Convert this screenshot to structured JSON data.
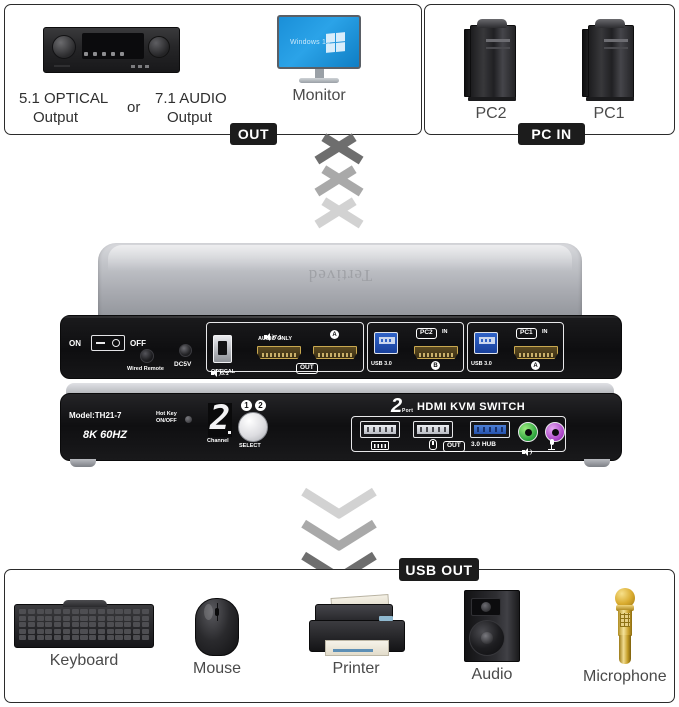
{
  "sections": {
    "out": {
      "badge": "OUT"
    },
    "pc_in": {
      "badge": "PC IN"
    },
    "usb_out": {
      "badge": "USB OUT"
    }
  },
  "top_left_panel": {
    "receiver": {
      "icon": "av-receiver-icon",
      "label_line1": "5.1 OPTICAL",
      "label_line2": "Output"
    },
    "or_label": "or",
    "audio_out": {
      "label_line1": "7.1 AUDIO",
      "label_line2": "Output"
    },
    "monitor": {
      "icon": "monitor-icon",
      "label": "Monitor",
      "screen_text": "Windows 10"
    }
  },
  "top_right_panel": {
    "computers": [
      {
        "icon": "pc-tower-icon",
        "label": "PC2"
      },
      {
        "icon": "pc-tower-icon",
        "label": "PC1"
      }
    ]
  },
  "bottom_panel": {
    "devices": [
      {
        "icon": "keyboard-icon",
        "label": "Keyboard"
      },
      {
        "icon": "mouse-icon",
        "label": "Mouse"
      },
      {
        "icon": "printer-icon",
        "label": "Printer"
      },
      {
        "icon": "speaker-icon",
        "label": "Audio"
      },
      {
        "icon": "microphone-icon",
        "label": "Microphone"
      }
    ]
  },
  "device": {
    "brand": "Tertived",
    "back_panel": {
      "power": {
        "on_label": "ON",
        "off_label": "OFF"
      },
      "wired_remote_label": "Wired Remote",
      "dc_label": "DC5V",
      "optical_label_num": "5.1",
      "optical_label_text": "OPTICAL",
      "audio_only_num": "7.1",
      "audio_only_text": "AUDIO ONLY",
      "hdmi_out_marker": "A",
      "out_tag": "OUT",
      "pc2": {
        "tag": "PC2",
        "in_label": "IN",
        "usb_label": "USB 3.0",
        "hdmi_marker": "B"
      },
      "pc1": {
        "tag": "PC1",
        "in_label": "IN",
        "usb_label": "USB 3.0",
        "hdmi_marker": "A"
      }
    },
    "front_panel": {
      "model": "Model:TH21-7",
      "resolution": "8K 60HZ",
      "hotkey_line1": "Hot Key",
      "hotkey_line2": "ON/OFF",
      "channel_digit": "2",
      "channel_label": "Channel",
      "select_label": "SELECT",
      "select_num1": "1",
      "select_num2": "2",
      "title_num": "2",
      "title_port": "Port",
      "title_text": "HDMI KVM SWITCH",
      "usb_keyboard_icon": "keyboard-glyph-icon",
      "usb_mouse_icon": "mouse-glyph-icon",
      "out_tag": "OUT",
      "hub_label": "3.0 HUB",
      "audio_jack_icon": "speaker-glyph-icon",
      "mic_jack_icon": "microphone-glyph-icon"
    }
  },
  "flow": {
    "up_arrows": 3,
    "down_arrows": 3
  },
  "colors": {
    "badge_bg": "#1c1c1c",
    "panel_border": "#2b2b2b",
    "caption": "#4a4a4a",
    "hdmi_gold": "#c9a84f",
    "usb3_blue": "#2f63c7",
    "audio_green": "#2aa33c",
    "mic_purple": "#a63fc4",
    "chevron_dark": "#6e6e6e",
    "chevron_mid": "#a9a9a9",
    "chevron_light": "#d2d2d2"
  }
}
